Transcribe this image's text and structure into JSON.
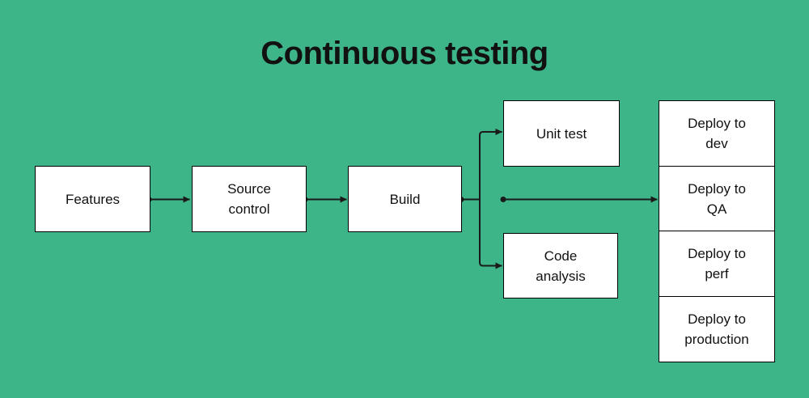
{
  "title": "Continuous testing",
  "colors": {
    "background": "#3eb489",
    "node_fill": "#ffffff",
    "node_border": "#000000",
    "connector": "#1a1a1a",
    "text": "#111111"
  },
  "nodes": {
    "features": {
      "label": "Features"
    },
    "source_control": {
      "label": "Source control"
    },
    "build": {
      "label": "Build"
    },
    "unit_test": {
      "label": "Unit test"
    },
    "code_analysis": {
      "label": "Code analysis"
    },
    "deploy_dev": {
      "label": "Deploy to dev"
    },
    "deploy_qa": {
      "label": "Deploy to QA"
    },
    "deploy_perf": {
      "label": "Deploy to perf"
    },
    "deploy_production": {
      "label": "Deploy to production"
    }
  },
  "edges": [
    {
      "from": "features",
      "to": "source_control"
    },
    {
      "from": "source_control",
      "to": "build"
    },
    {
      "from": "build",
      "to": "unit_test"
    },
    {
      "from": "build",
      "to": "code_analysis"
    },
    {
      "from": "build",
      "to": "deploy_qa"
    }
  ]
}
